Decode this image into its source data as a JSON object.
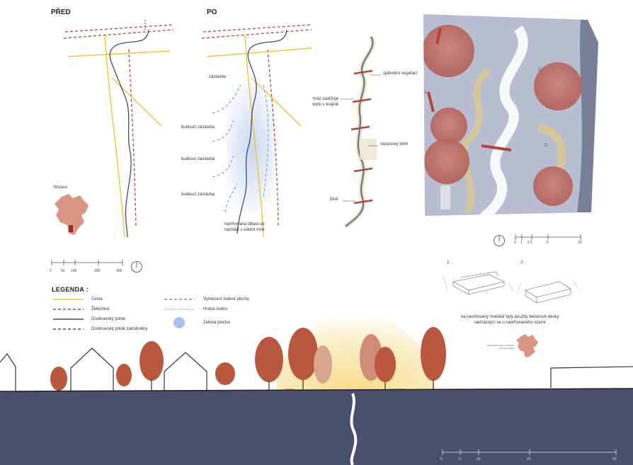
{
  "headings": {
    "before": "PŘED",
    "after": "PO"
  },
  "situation": {
    "label": "Situace :"
  },
  "after_map_labels": {
    "built_top": "zástavba",
    "future_1": "budoucí zástavba",
    "future_2": "budoucí zástavba",
    "future_3": "budoucí zástavba",
    "proposed_area": "navrhovaná oblast se nachází v údolní nivě"
  },
  "stream_labels": {
    "vegetation": "zpěvnění vegetací",
    "dam": "hráz zadržuje vodu v krajině",
    "bank": "nánosový břeh",
    "pools": "tůně"
  },
  "scale_bar_1": {
    "ticks": [
      "0",
      "50",
      "100",
      "200",
      "300"
    ]
  },
  "scale_bar_2": {
    "ticks": [
      "0",
      "1",
      "2,5",
      "5",
      "10"
    ]
  },
  "scale_bar_3": {
    "ticks": [
      "0",
      "5",
      "10",
      "25",
      "50"
    ]
  },
  "plan_markers": {
    "m1": "1.",
    "m2a": "2.",
    "m2b": "2."
  },
  "legend": {
    "title": "LEGENDA :",
    "items": [
      {
        "label": "Cesta",
        "color": "#f0c23a"
      },
      {
        "label": "Železnice",
        "color": "#b7433a"
      },
      {
        "label": "Doubravský potok",
        "color": "#3f4a82"
      },
      {
        "label": "Doubravský potok zatrubněný",
        "color": "#3f4a82"
      },
      {
        "label": "Vymezení zelené plochy",
        "color": "#6f8fd6"
      },
      {
        "label": "Hrana svahu",
        "color": "#8a8a8a"
      },
      {
        "label": "Zelená plocha",
        "color": "#a9c1e8"
      }
    ]
  },
  "furniture": {
    "n1": "1.",
    "n2": "2.",
    "caption": "na navrhovaný mobiliář byly použity betonové desky nacházející se u navrhovaného území",
    "inset_note": "navrhované území a původní betonové desky"
  },
  "colors": {
    "ground": "#4b4f6e",
    "tree": "#b9573f",
    "sun": "#f5d77a",
    "plan_bg": "#b8bdd2"
  }
}
